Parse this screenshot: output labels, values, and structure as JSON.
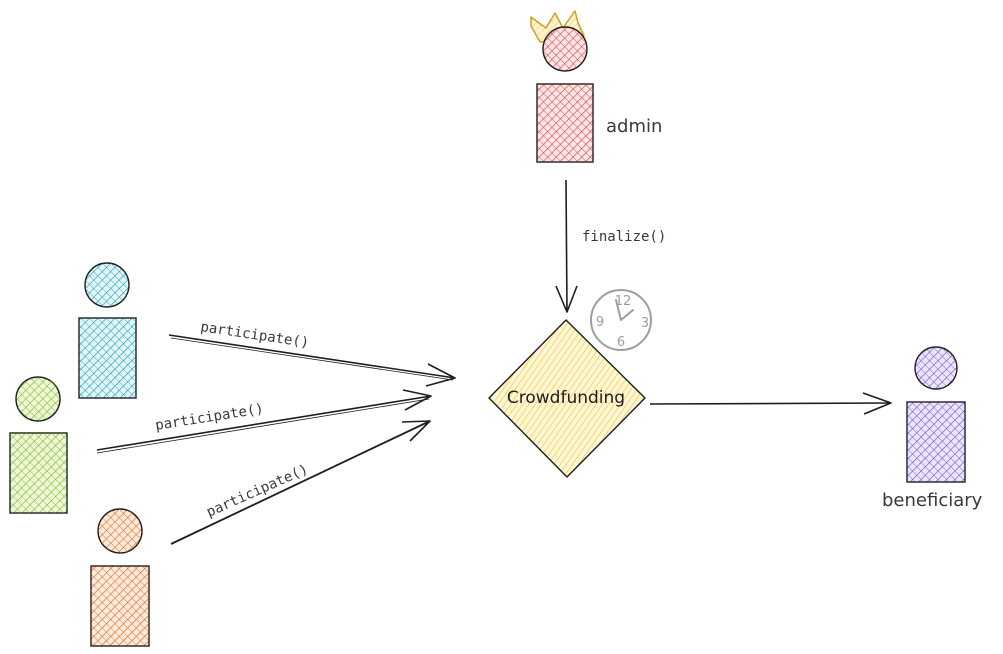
{
  "diagram": {
    "central_node": {
      "label": "Crowdfunding",
      "fill": "#fab005",
      "stroke": "#1e1e1e"
    },
    "admin": {
      "label": "admin",
      "color": "#e03131"
    },
    "beneficiary": {
      "label": "beneficiary",
      "color": "#7048e8"
    },
    "participants": [
      {
        "color": "#1098ad"
      },
      {
        "color": "#74b816"
      },
      {
        "color": "#e8590c"
      }
    ],
    "edges": {
      "finalize": "finalize()",
      "participate_1": "participate()",
      "participate_2": "participate()",
      "participate_3": "participate()"
    },
    "clock": {
      "numbers": [
        "12",
        "3",
        "6",
        "9"
      ]
    },
    "crown_color": "#fab005"
  }
}
